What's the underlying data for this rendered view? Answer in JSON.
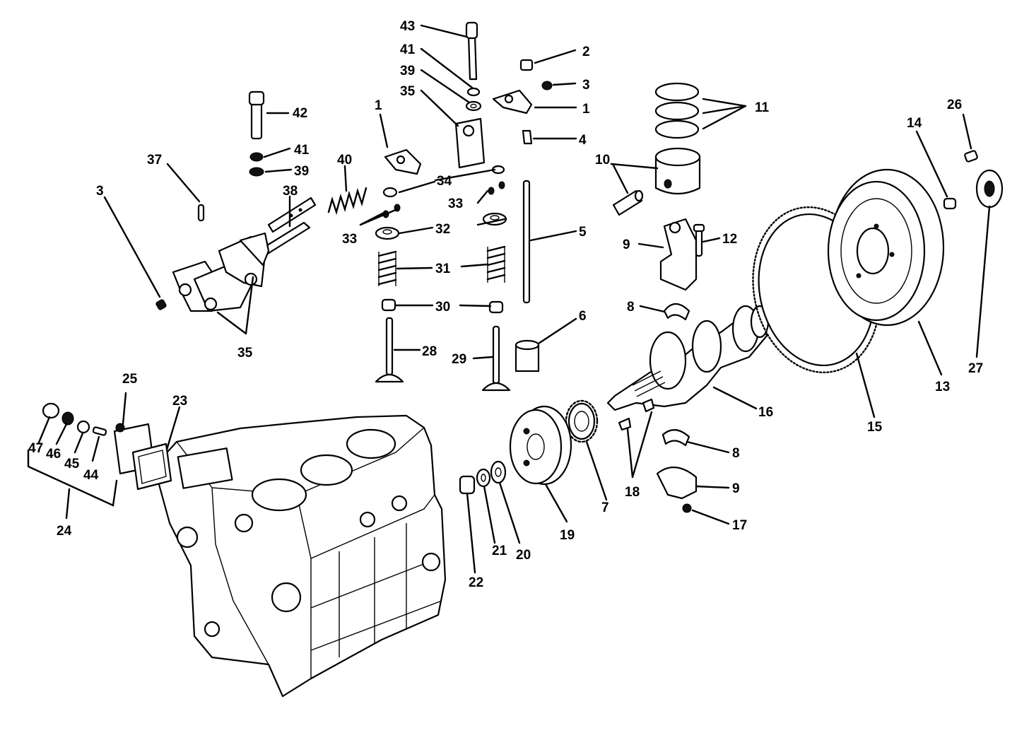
{
  "title": "",
  "callouts": {
    "c43": "43",
    "c41a": "41",
    "c39a": "39",
    "c35a": "35",
    "c2": "2",
    "c3a": "3",
    "c1a": "1",
    "c1b": "1",
    "c4": "4",
    "c11": "11",
    "c10": "10",
    "c26": "26",
    "c14": "14",
    "c42": "42",
    "c41b": "41",
    "c39b": "39",
    "c37": "37",
    "c40": "40",
    "c3b": "3",
    "c38": "38",
    "c35b": "35",
    "c34": "34",
    "c33a": "33",
    "c33b": "33",
    "c32": "32",
    "c31": "31",
    "c30": "30",
    "c28": "28",
    "c29": "29",
    "c5": "5",
    "c6": "6",
    "c9a": "9",
    "c12": "12",
    "c8a": "8",
    "c16": "16",
    "c15": "15",
    "c13": "13",
    "c27": "27",
    "c25": "25",
    "c23": "23",
    "c47": "47",
    "c46": "46",
    "c45": "45",
    "c44": "44",
    "c24": "24",
    "c7": "7",
    "c18": "18",
    "c8b": "8",
    "c9b": "9",
    "c17": "17",
    "c19": "19",
    "c20": "20",
    "c21": "21",
    "c22": "22"
  }
}
